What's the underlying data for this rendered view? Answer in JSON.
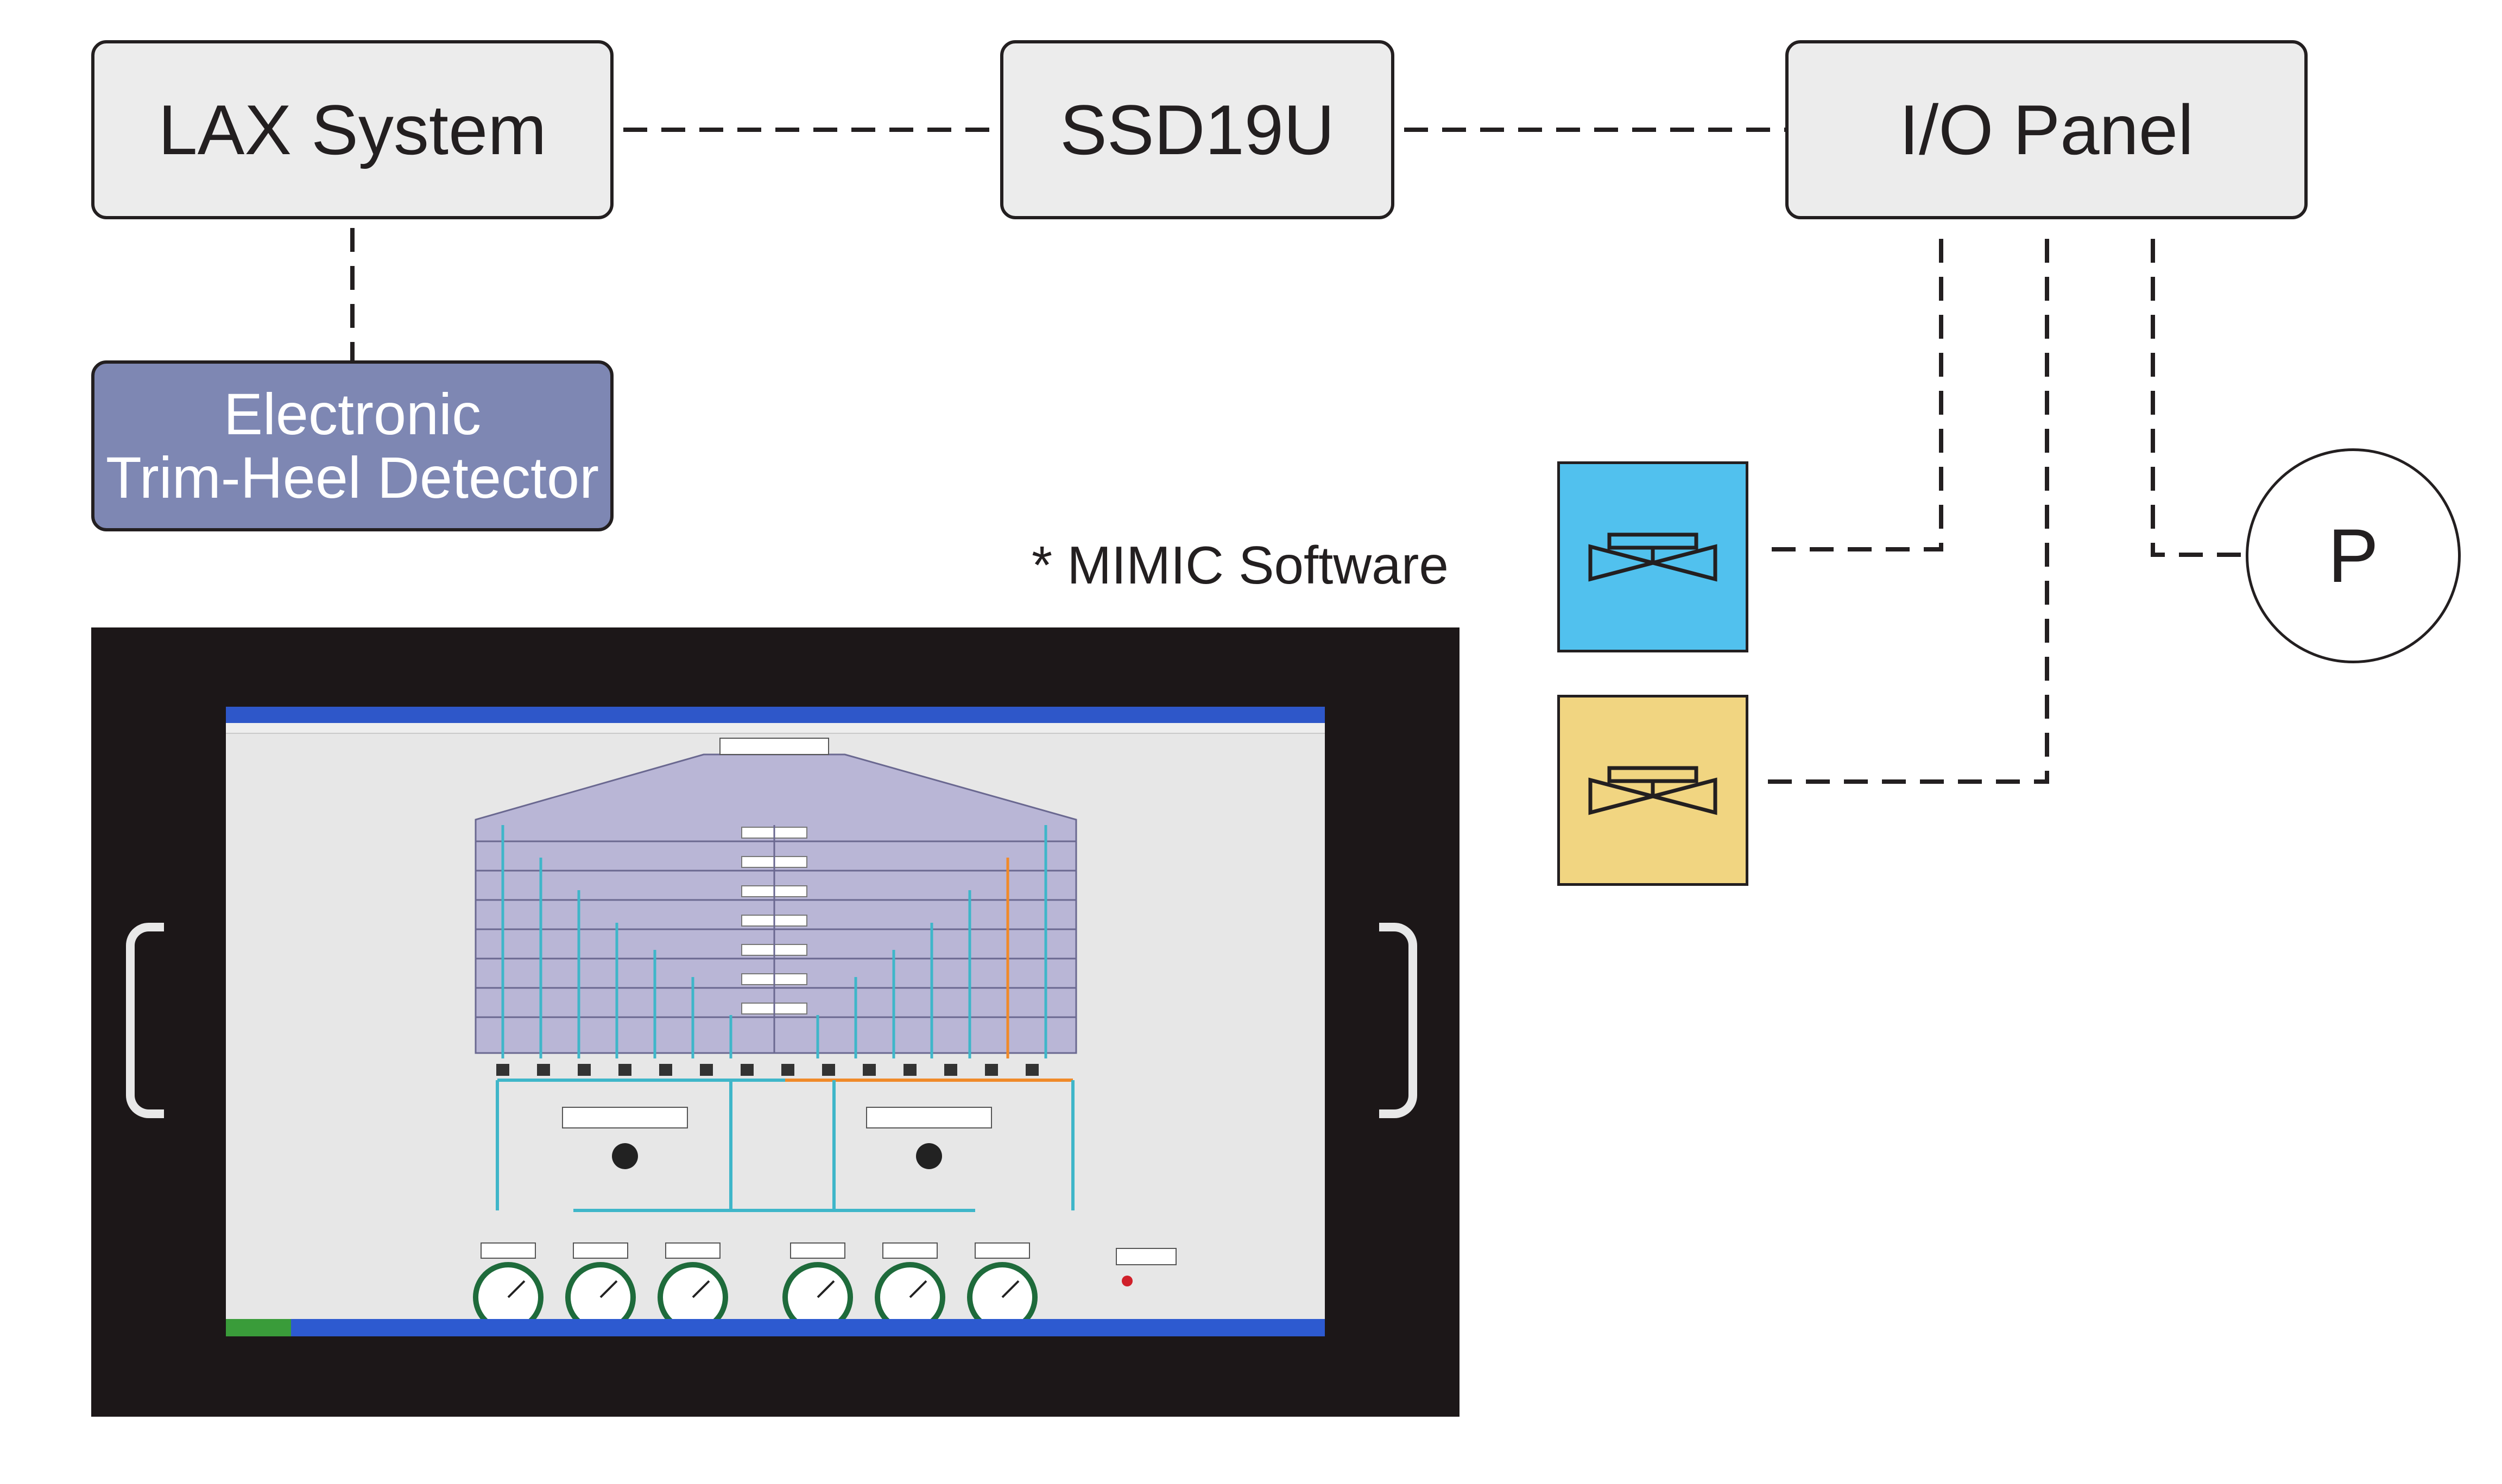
{
  "nodes": {
    "lax_system": "LAX System",
    "ssd19u": "SSD19U",
    "io_panel": "I/O Panel",
    "trim_heel_line1": "Electronic",
    "trim_heel_line2": "Trim-Heel Detector",
    "pump": "P"
  },
  "caption": "* MIMIC Software",
  "colors": {
    "node_fill": "#ececec",
    "trim_heel_fill": "#7e87b3",
    "valve_blue": "#51c1ee",
    "valve_yellow": "#f1d581",
    "line": "#231f20",
    "monitor": "#1c1718",
    "screen_pipe_teal": "#3fb6c9",
    "screen_pipe_orange": "#f08a2a",
    "screen_tank": "#b9b6d6"
  },
  "icons": {
    "valve": "gate-valve-icon",
    "pump": "pump-circle-icon"
  }
}
